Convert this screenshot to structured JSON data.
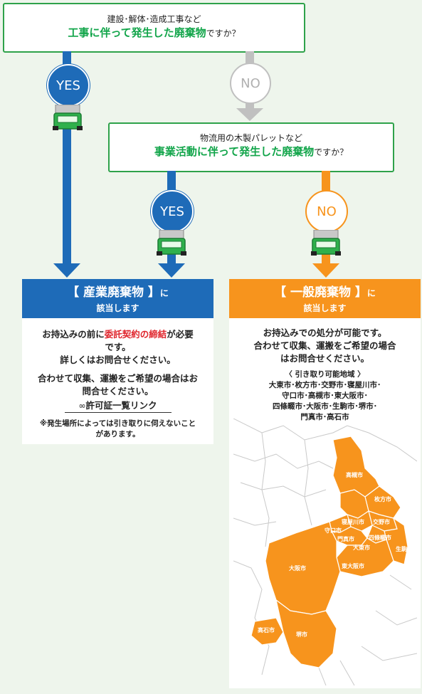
{
  "question1": {
    "line1": "建設･解体･造成工事など",
    "highlight": "工事に伴って発生した廃棄物",
    "suffix": "ですか？"
  },
  "question2": {
    "line1": "物流用の木製パレットなど",
    "highlight": "事業活動に伴って発生した廃棄物",
    "suffix": "ですか？"
  },
  "answers": {
    "yes": "YES",
    "no": "NO"
  },
  "industrial": {
    "title_prefix": "【 産業廃棄物 】",
    "title_suffix": "に",
    "subtitle": "該当します",
    "text1_a": "お持込みの前に",
    "text1_red": "委託契約の締結",
    "text1_b": "が必要です。",
    "text2": "詳しくはお問合せください。",
    "text3": "合わせて収集、運搬をご希望の場合はお問合せください。",
    "link_label": "許可証一覧リンク",
    "note": "※発生場所によっては引き取りに伺えないことがあります。"
  },
  "general": {
    "title_prefix": "【 一般廃棄物 】",
    "title_suffix": "に",
    "subtitle": "該当します",
    "text1": "お持込みでの処分が可能です。",
    "text2": "合わせて収集、運搬をご希望の場合はお問合せください。",
    "area_heading": "〈 引き取り可能地域 〉",
    "area_lines": [
      "大東市･枚方市･交野市･寝屋川市･",
      "守口市･高槻市･東大阪市･",
      "四條畷市･大阪市･生駒市･堺市･",
      "門真市･高石市"
    ]
  },
  "map": {
    "labels": [
      "高槻市",
      "枚方市",
      "寝屋川市",
      "交野市",
      "守口市",
      "門真市",
      "四條畷市",
      "大東市",
      "生駒市",
      "大阪市",
      "東大阪市",
      "高石市",
      "堺市"
    ]
  },
  "colors": {
    "blue": "#1e6bb8",
    "orange": "#f7941d",
    "green": "#2ea24a",
    "gray": "#c0c0c0"
  }
}
